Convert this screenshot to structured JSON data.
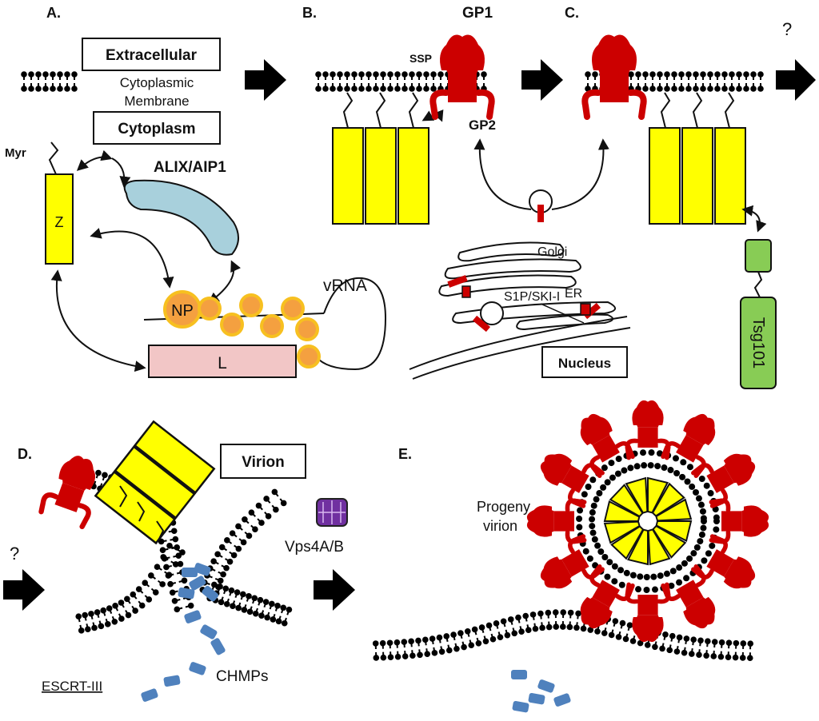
{
  "panels": {
    "a": "A.",
    "b": "B.",
    "c": "C.",
    "d": "D.",
    "e": "E."
  },
  "labels": {
    "extracellular": "Extracellular",
    "cytoplasmic_membrane_1": "Cytoplasmic",
    "cytoplasmic_membrane_2": "Membrane",
    "cytoplasm": "Cytoplasm",
    "myr": "Myr",
    "z": "Z",
    "alix": "ALIX/AIP1",
    "np": "NP",
    "vrna": "vRNA",
    "l": "L",
    "gp1": "GP1",
    "ssp": "SSP",
    "gp2": "GP2",
    "golgi": "Golgi",
    "s1p": "S1P/SKI-I",
    "er": "ER",
    "nucleus": "Nucleus",
    "tsg101": "Tsg101",
    "question": "?",
    "virion": "Virion",
    "vps4": "Vps4A/B",
    "escrt": "ESCRT-III",
    "chmps": "CHMPs",
    "progeny_1": "Progeny",
    "progeny_2": "virion"
  },
  "colors": {
    "z_yellow": "#ffff00",
    "gp_red": "#cc0000",
    "alix_blue": "#a8d0dc",
    "np_orange": "#f4a040",
    "np_ring": "#f7c020",
    "l_pink": "#f2c6c6",
    "tsg_green": "#88cc55",
    "chmp_blue": "#4f81bd",
    "vps4_purple": "#7030a0"
  }
}
